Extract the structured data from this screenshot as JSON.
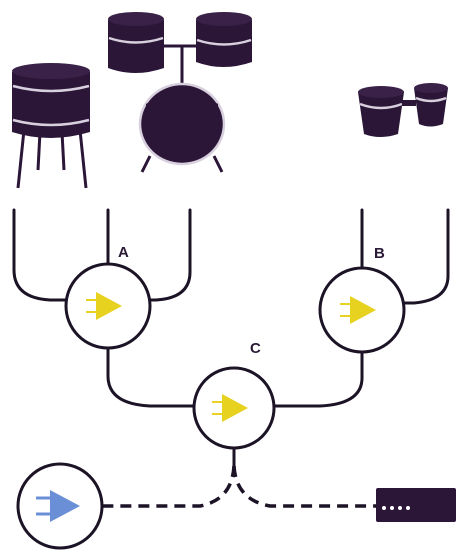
{
  "diagram": {
    "labels": {
      "a": "A",
      "b": "B",
      "c": "C"
    },
    "sources": [
      {
        "name": "snare-drum"
      },
      {
        "name": "drum-kit"
      },
      {
        "name": "bongos"
      }
    ],
    "nodes": [
      {
        "id": "A",
        "icon": "amplifier-icon",
        "color": "#e6d21f"
      },
      {
        "id": "B",
        "icon": "amplifier-icon",
        "color": "#e6d21f"
      },
      {
        "id": "C",
        "icon": "amplifier-icon",
        "color": "#e6d21f"
      },
      {
        "id": "output",
        "icon": "amplifier-icon",
        "color": "#6b8fd6"
      }
    ],
    "colors": {
      "line": "#1c1426",
      "drum": "#2b1637",
      "mixer_active": "#e6d21f",
      "output_amp": "#6b8fd6",
      "device": "#2b1637"
    }
  }
}
